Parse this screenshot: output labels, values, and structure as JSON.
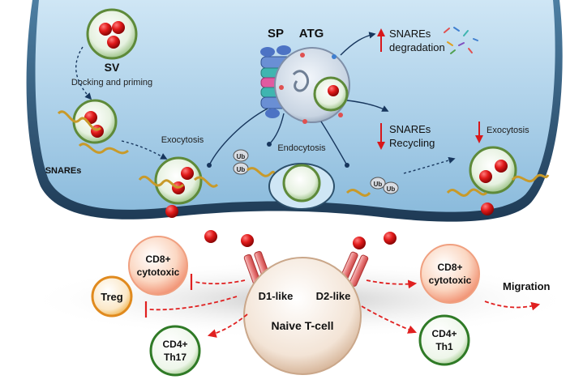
{
  "colors": {
    "cell_fill": "#a9cfe8",
    "cell_edge": "#2c4f6a",
    "vesicle_green": "#5e8a3a",
    "dopamine_red": "#d8171b",
    "snare_gold": "#c89a2a",
    "arrow_navy": "#17365d",
    "red_dashed": "#e02020",
    "cd4_green": "#2f7a26",
    "treg_orange": "#e08a1e"
  },
  "presynaptic": {
    "sv_label": "SV",
    "docking_label": "Docking and priming",
    "snares_label": "SNAREs",
    "exocytosis_left": "Exocytosis",
    "sp_label": "SP",
    "atg_label": "ATG",
    "ub_label": "Ub",
    "endocytosis_label": "Endocytosis",
    "snares_degradation_line1": "SNAREs",
    "snares_degradation_line2": "degradation",
    "snares_recycling_line1": "SNAREs",
    "snares_recycling_line2": "Recycling",
    "exocytosis_right": "Exocytosis"
  },
  "immune": {
    "naive_tcell": "Naive T-cell",
    "d1_like": "D1-like",
    "d2_like": "D2-like",
    "cd8_left_line1": "CD8+",
    "cd8_left_line2": "cytotoxic",
    "treg": "Treg",
    "cd4_th17_line1": "CD4+",
    "cd4_th17_line2": "Th17",
    "cd8_right_line1": "CD8+",
    "cd8_right_line2": "cytotoxic",
    "migration": "Migration",
    "cd4_th1_line1": "CD4+",
    "cd4_th1_line2": "Th1"
  }
}
